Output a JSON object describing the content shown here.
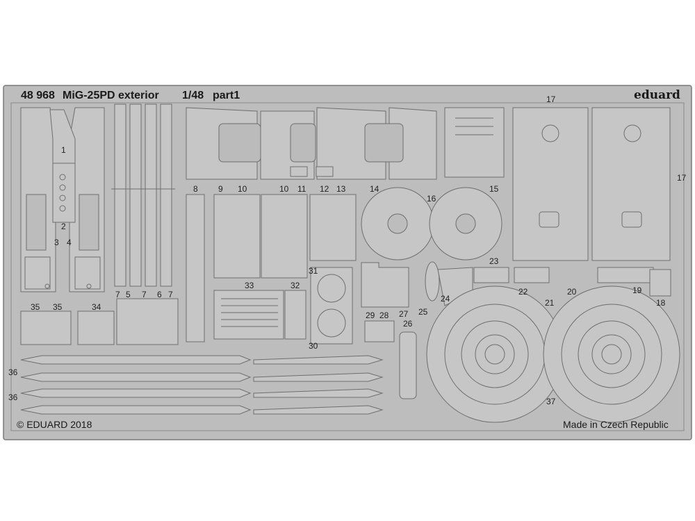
{
  "header": {
    "product_code": "48 968",
    "product_name": "MiG-25PD exterior",
    "scale": "1/48",
    "part": "part1",
    "brand": "eduard"
  },
  "footer": {
    "copyright": "© EDUARD 2018",
    "origin": "Made in Czech Republic"
  },
  "part_numbers": [
    "1",
    "2",
    "3",
    "4",
    "5",
    "6",
    "7",
    "8",
    "9",
    "10",
    "11",
    "12",
    "13",
    "14",
    "15",
    "16",
    "17",
    "18",
    "19",
    "20",
    "21",
    "22",
    "23",
    "24",
    "25",
    "26",
    "27",
    "28",
    "29",
    "30",
    "31",
    "32",
    "33",
    "34",
    "35",
    "36",
    "37"
  ],
  "colors": {
    "fret": "#bdbdbd",
    "fret_edge": "#7a7a7a",
    "part_fill": "#c8c8c8",
    "etch_line": "#6e6e6e",
    "text": "#1a1a1a"
  }
}
